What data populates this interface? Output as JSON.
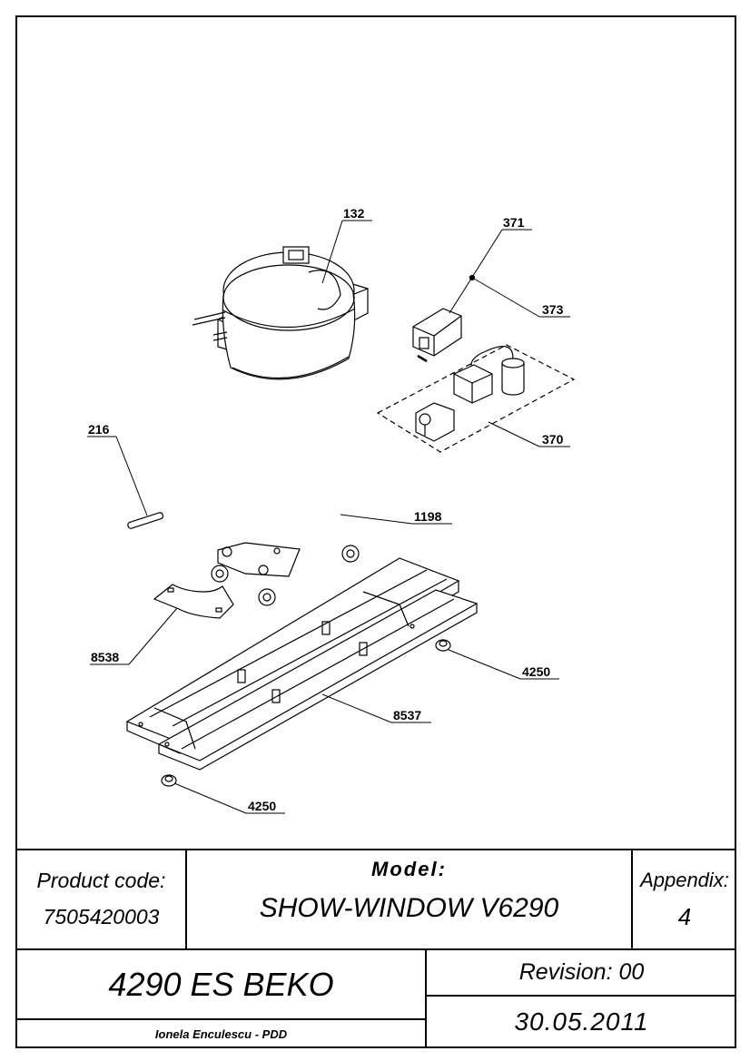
{
  "diagram": {
    "callouts": [
      "132",
      "371",
      "370",
      "373",
      "216",
      "1198",
      "8538",
      "8537",
      "4250",
      "4250"
    ]
  },
  "title_block": {
    "product_code_label": "Product code:",
    "product_code_value": "7505420003",
    "model_label": "Model:",
    "model_value": "SHOW-WINDOW V6290",
    "appendix_label": "Appendix:",
    "appendix_value": "4",
    "product_name": "4290 ES BEKO",
    "revision": "Revision: 00",
    "author": "Ionela Enculescu - PDD",
    "date": "30.05.2011"
  }
}
